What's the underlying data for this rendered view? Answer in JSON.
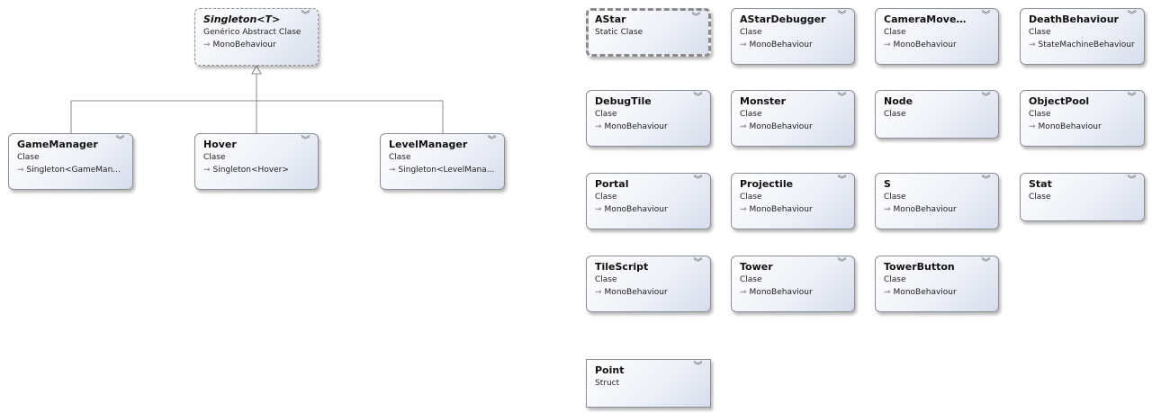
{
  "icons": {
    "expand": "chevron-double-down-icon",
    "inherit": "inheritance-arrow-icon"
  },
  "colors": {
    "border": "#8a8e96",
    "gradient_end": "#d7ddec",
    "connector": "#8a8a8a"
  },
  "shapes": {
    "singleton": {
      "name": "Singleton",
      "type_param": "<T>",
      "kind": "Genérico Abstract Clase",
      "base": "MonoBehaviour"
    },
    "gamemanager": {
      "name": "GameManager",
      "kind": "Clase",
      "base": "Singleton<GameMan..."
    },
    "hover": {
      "name": "Hover",
      "kind": "Clase",
      "base": "Singleton<Hover>"
    },
    "levelmanager": {
      "name": "LevelManager",
      "kind": "Clase",
      "base": "Singleton<LevelMana..."
    },
    "astar": {
      "name": "AStar",
      "kind": "Static Clase"
    },
    "astardebugger": {
      "name": "AStarDebugger",
      "kind": "Clase",
      "base": "MonoBehaviour"
    },
    "cameramovement": {
      "name": "CameraMoveme...",
      "kind": "Clase",
      "base": "MonoBehaviour"
    },
    "deathbehaviour": {
      "name": "DeathBehaviour",
      "kind": "Clase",
      "base": "StateMachineBehaviour"
    },
    "debugtile": {
      "name": "DebugTile",
      "kind": "Clase",
      "base": "MonoBehaviour"
    },
    "monster": {
      "name": "Monster",
      "kind": "Clase",
      "base": "MonoBehaviour"
    },
    "node": {
      "name": "Node",
      "kind": "Clase"
    },
    "objectpool": {
      "name": "ObjectPool",
      "kind": "Clase",
      "base": "MonoBehaviour"
    },
    "portal": {
      "name": "Portal",
      "kind": "Clase",
      "base": "MonoBehaviour"
    },
    "projectile": {
      "name": "Projectile",
      "kind": "Clase",
      "base": "MonoBehaviour"
    },
    "s": {
      "name": "S",
      "kind": "Clase",
      "base": "MonoBehaviour"
    },
    "stat": {
      "name": "Stat",
      "kind": "Clase"
    },
    "tilescript": {
      "name": "TileScript",
      "kind": "Clase",
      "base": "MonoBehaviour"
    },
    "tower": {
      "name": "Tower",
      "kind": "Clase",
      "base": "MonoBehaviour"
    },
    "towerbutton": {
      "name": "TowerButton",
      "kind": "Clase",
      "base": "MonoBehaviour"
    },
    "point": {
      "name": "Point",
      "kind": "Struct"
    }
  }
}
